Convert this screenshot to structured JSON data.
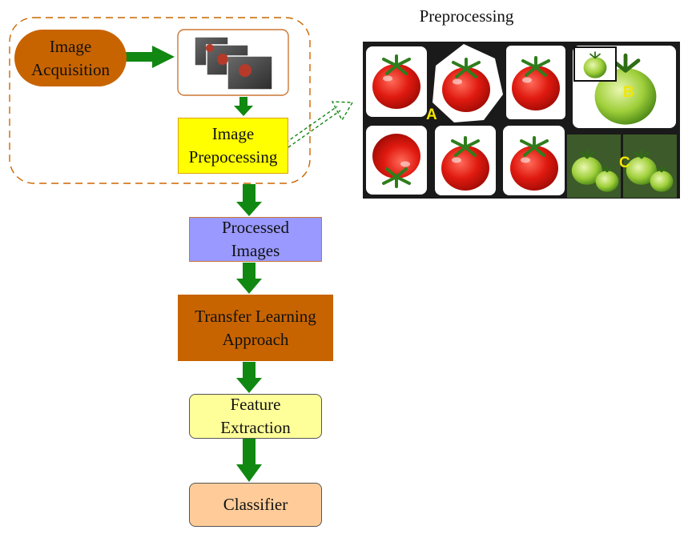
{
  "diagram": {
    "nodes": {
      "acquisition": "Image\nAcquisition",
      "preprocessing": "Image\nPrepocessing",
      "processed": "Processed\nImages",
      "transfer": "Transfer Learning\nApproach",
      "feature": "Feature\nExtraction",
      "classifier": "Classifier"
    },
    "preprocessing_title": "Preprocessing",
    "panel_labels": {
      "a": "A",
      "b": "B",
      "c": "C"
    },
    "colors": {
      "acquisition_fill": "#c86400",
      "preprocessing_fill": "#ffff00",
      "processed_fill": "#9999ff",
      "transfer_fill": "#c86400",
      "feature_fill": "#ffff99",
      "classifier_fill": "#ffcc99",
      "arrow": "#118811",
      "dashed_border": "#cc6600",
      "panel_bg": "#1a1a1a"
    }
  }
}
